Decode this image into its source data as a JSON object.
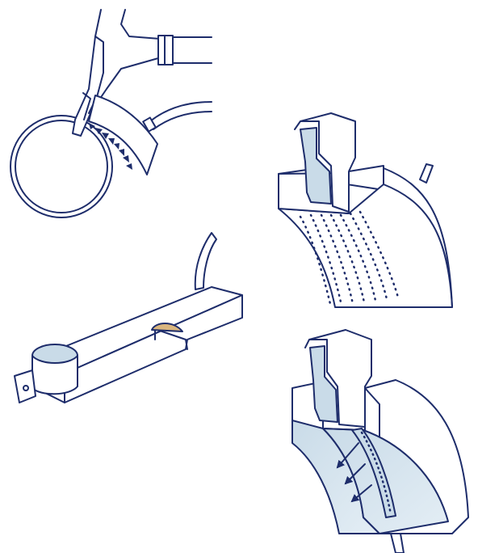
{
  "colors": {
    "line": "#1e2d6b",
    "fill": "#ffffff",
    "shade": "#c9dbe8",
    "shade_light": "#e4eef5",
    "accent_tan": "#d9b57e",
    "arrow": "#1e2d6b"
  },
  "figures": [
    {
      "name": "pipe-bending-tool",
      "icon": "pipe-clamp-illustration"
    },
    {
      "name": "curved-die-block",
      "icon": "dotted-die-illustration"
    },
    {
      "name": "flat-bar-fixture",
      "icon": "bar-fixture-illustration"
    },
    {
      "name": "die-cross-section",
      "icon": "flow-arrow-illustration"
    }
  ]
}
